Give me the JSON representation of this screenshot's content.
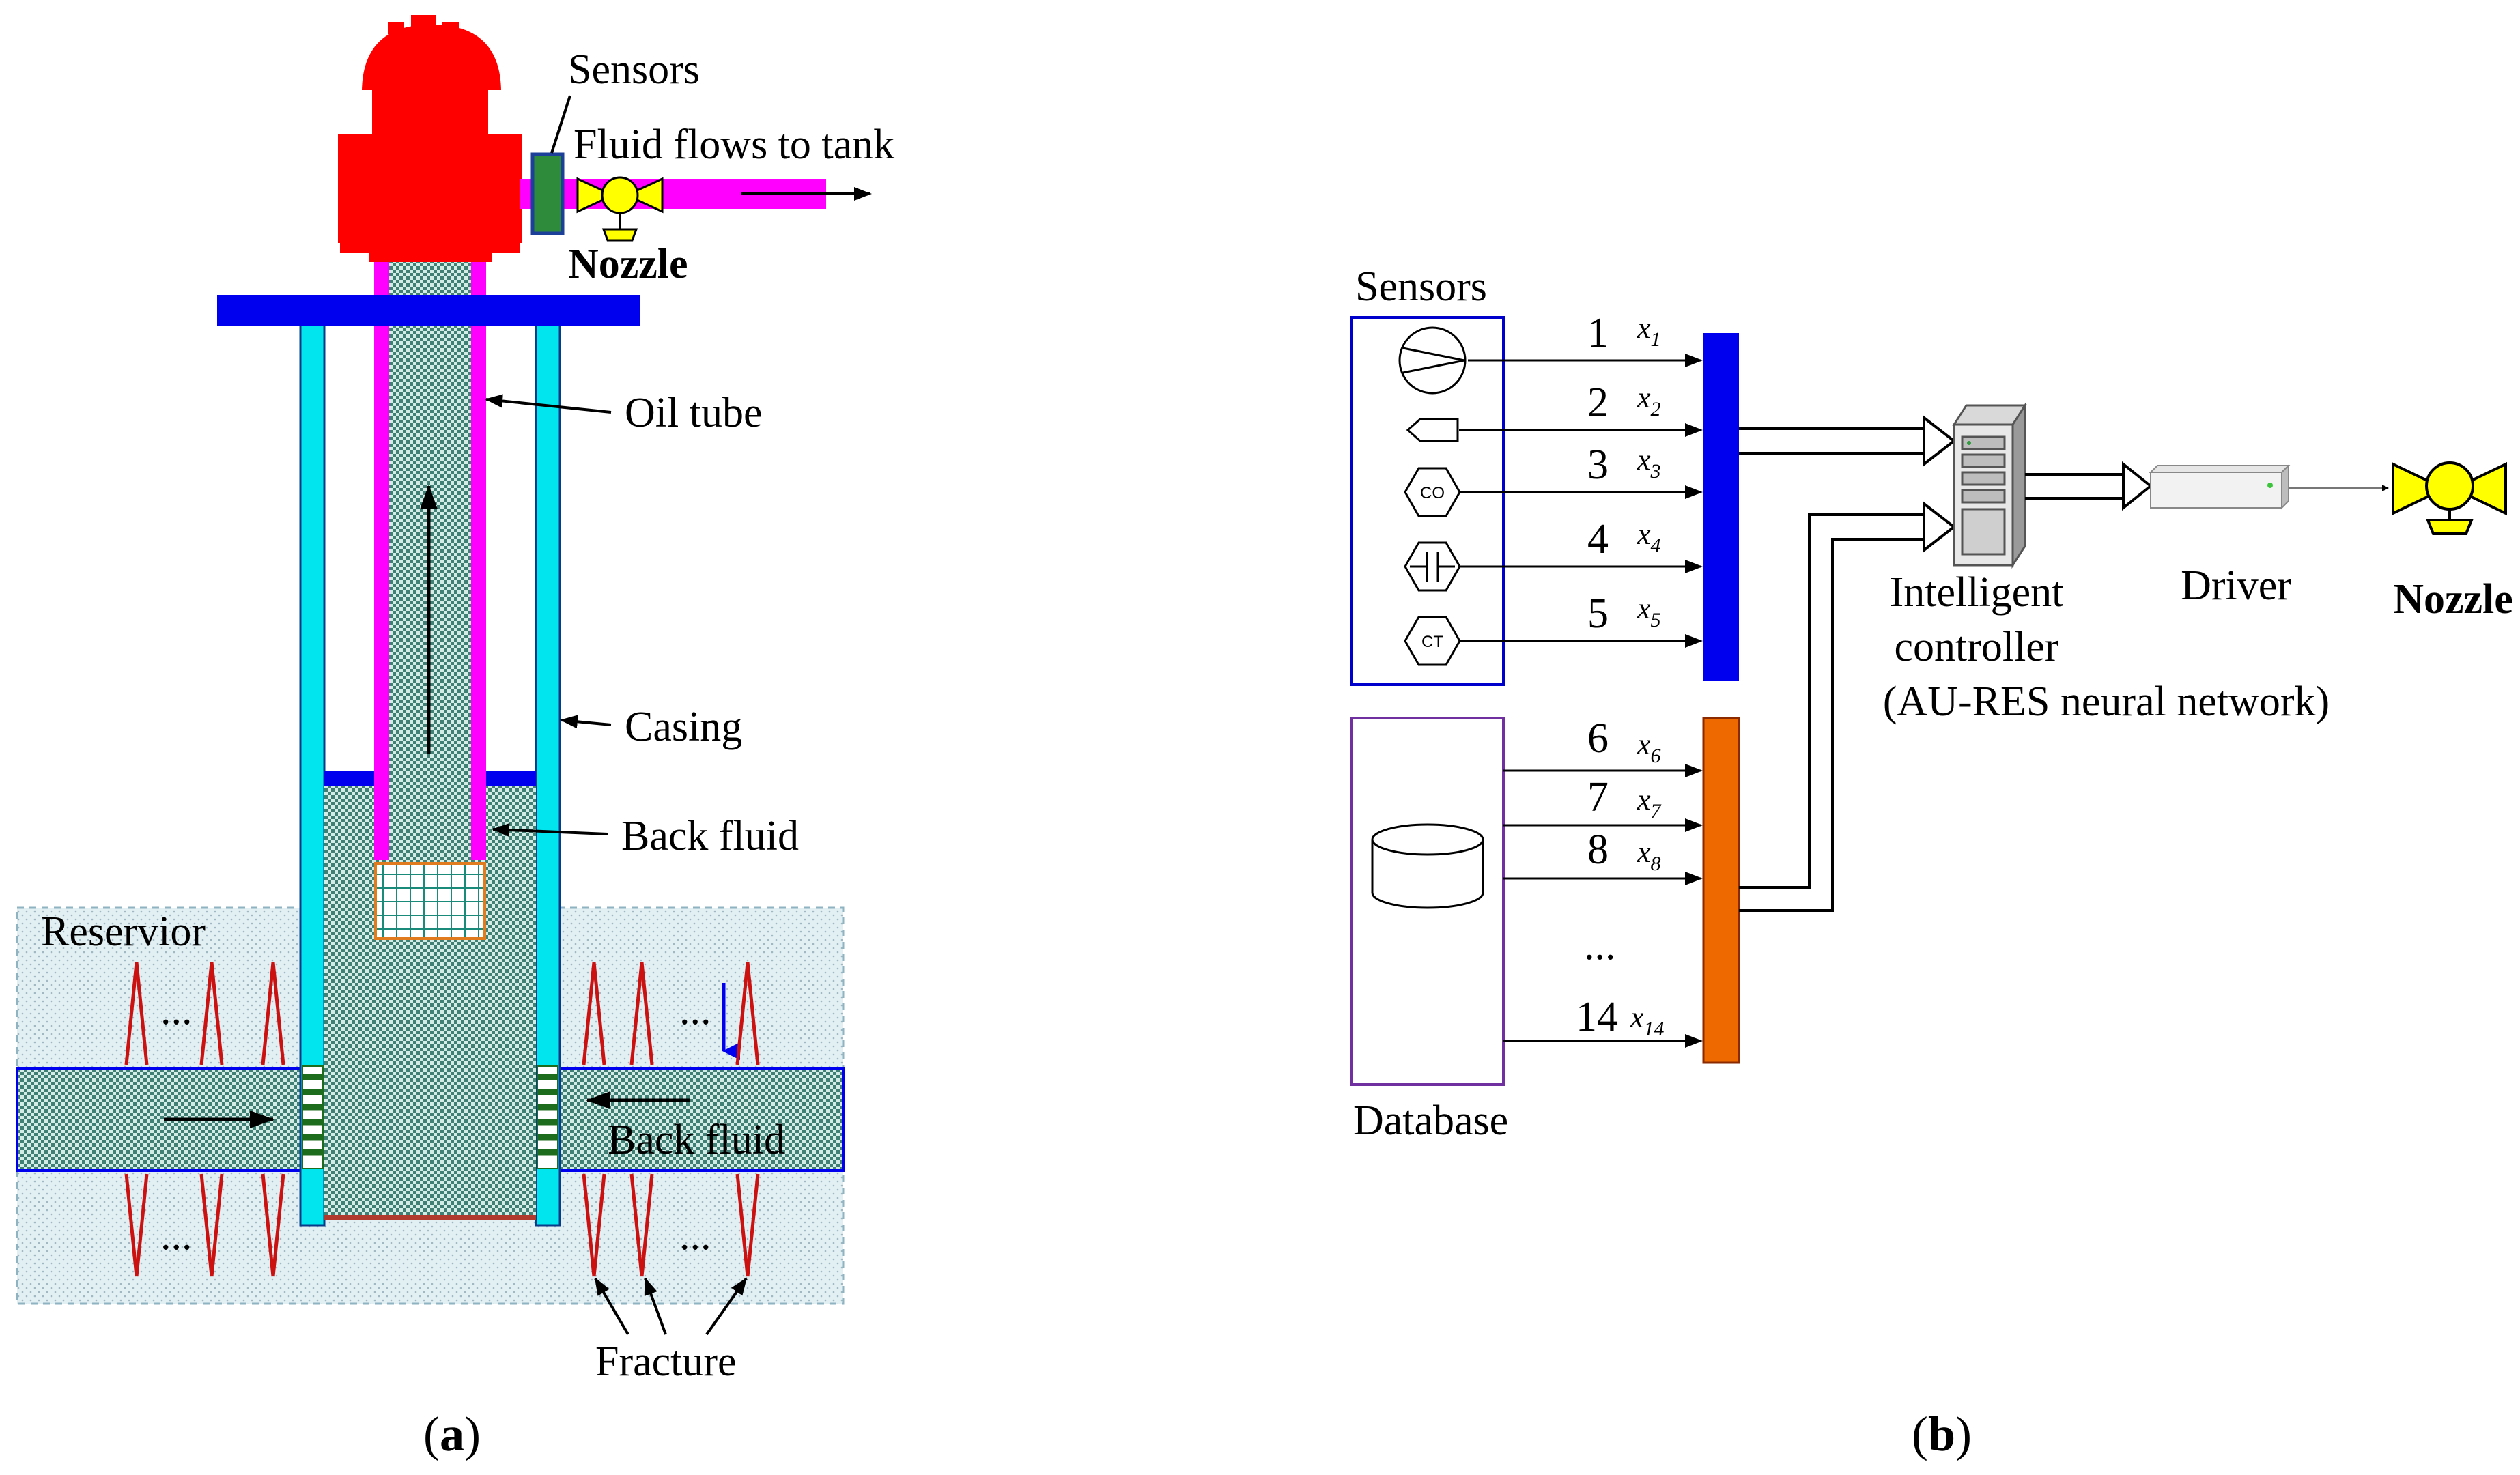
{
  "panel_a": {
    "caption_open": "(",
    "caption_letter": "a",
    "caption_close": ")",
    "labels": {
      "sensors": "Sensors",
      "fluid_flows": "Fluid flows to tank",
      "nozzle": "Nozzle",
      "oil_tube": "Oil tube",
      "casing": "Casing",
      "back_fluid_top": "Back fluid",
      "reservoir": "Reservior",
      "back_fluid_bottom": "Back fluid",
      "fracture": "Fracture",
      "dots": "..."
    }
  },
  "panel_b": {
    "caption_open": "(",
    "caption_letter": "b",
    "caption_close": ")",
    "sensors_title": "Sensors",
    "database_title": "Database",
    "sensor_icons": [
      "flow-meter-icon",
      "temperature-probe-icon",
      "co-gas-sensor-icon",
      "capacitance-sensor-icon",
      "ct-sensor-icon"
    ],
    "sensor_icon_text": {
      "co": "CO",
      "ct": "CT"
    },
    "sensor_inputs": [
      {
        "num": "1",
        "x": "x",
        "sub": "1"
      },
      {
        "num": "2",
        "x": "x",
        "sub": "2"
      },
      {
        "num": "3",
        "x": "x",
        "sub": "3"
      },
      {
        "num": "4",
        "x": "x",
        "sub": "4"
      },
      {
        "num": "5",
        "x": "x",
        "sub": "5"
      }
    ],
    "database_inputs": [
      {
        "num": "6",
        "x": "x",
        "sub": "6"
      },
      {
        "num": "7",
        "x": "x",
        "sub": "7"
      },
      {
        "num": "8",
        "x": "x",
        "sub": "8"
      },
      {
        "num": "14",
        "x": "x",
        "sub": "14"
      }
    ],
    "ellipsis": "...",
    "controller": [
      "Intelligent",
      "controller",
      "(AU-RES neural network)"
    ],
    "driver": "Driver",
    "nozzle": "Nozzle"
  },
  "colors": {
    "wellhead": "#ff0000",
    "oil_tube": "#ff00ff",
    "casing": "#00e5ee",
    "flange": "#0000ff",
    "sensor_block": "#2e8b3c",
    "nozzle": "#ffff00",
    "fracture": "#cc1111",
    "reservoir_fill": "#dcecf0",
    "collector_blue": "#0000ee",
    "collector_orange": "#ee6a00",
    "sensor_box": "#0000cc",
    "database_box": "#7030a0"
  }
}
